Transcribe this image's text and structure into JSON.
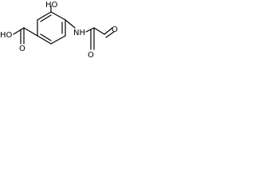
{
  "molecule": {
    "labels": {
      "hydroxyl": "HO",
      "carboxyl": "HO",
      "amide_nh": "NH",
      "carbonyl_o": "O",
      "aldehyde_o": "O"
    }
  },
  "colors": {
    "bond": "#000000",
    "label": "#000000",
    "background": "#ffffff"
  }
}
